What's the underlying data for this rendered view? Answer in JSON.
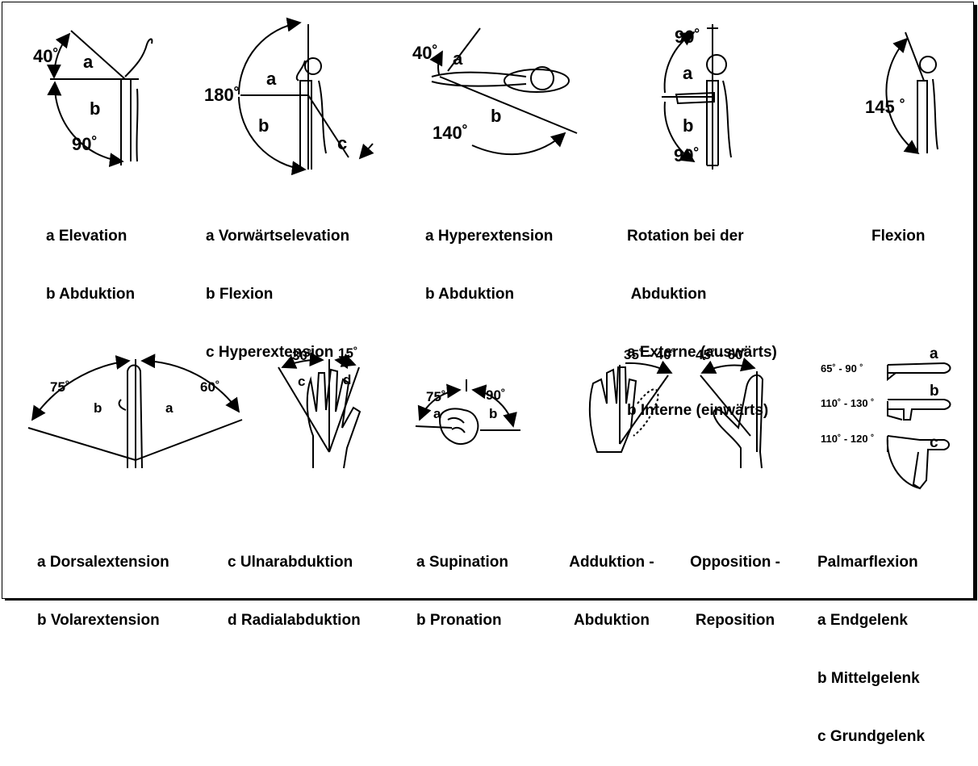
{
  "captions": {
    "elevation_abduction": [
      "a Elevation",
      "b Abduktion"
    ],
    "forward_elevation": [
      "a Vorwärtselevation",
      "b Flexion",
      "c Hyperextension"
    ],
    "hyperextension_abduction": [
      "a Hyperextension",
      "b Abduktion"
    ],
    "rotation": [
      "Rotation bei der",
      " Abduktion",
      "a Externe (auswärts)",
      "b Interne (einwärts)"
    ],
    "flexion": [
      "Flexion"
    ],
    "dorsal_volar": [
      "a Dorsalextension",
      "b Volarextension"
    ],
    "ulnar_radial": [
      "c Ulnarabduktion",
      "d Radialabduktion"
    ],
    "supination_pronation": [
      "a Supination",
      "b Pronation"
    ],
    "adduktion_abduktion": [
      "Adduktion -",
      "Abduktion"
    ],
    "opposition_reposition": [
      "Opposition -",
      "Reposition"
    ],
    "palmarflexion": [
      "Palmarflexion",
      "a Endgelenk",
      "b Mittelgelenk",
      "c Grundgelenk"
    ]
  },
  "figure_labels": {
    "fig1": {
      "angle_top": "40˚",
      "angle_bottom": "90˚",
      "a": "a",
      "b": "b"
    },
    "fig2": {
      "angle": "180˚",
      "a": "a",
      "b": "b",
      "c": "c"
    },
    "fig3": {
      "angle_top": "40˚",
      "angle_bottom": "140˚",
      "a": "a",
      "b": "b"
    },
    "fig4": {
      "angle_top": "90˚",
      "angle_bottom": "90˚",
      "a": "a",
      "b": "b"
    },
    "fig5": {
      "angle": "145 ˚"
    },
    "fig6": {
      "angle_left": "75˚",
      "angle_right": "60˚",
      "a": "a",
      "b": "b"
    },
    "fig7": {
      "angle_left": "30˚",
      "angle_right": "15˚",
      "c": "c",
      "d": "d"
    },
    "fig8": {
      "angle_left": "75˚",
      "angle_right": "90˚",
      "a": "a",
      "b": "b"
    },
    "fig9": {
      "angle": "35˚ - 40˚"
    },
    "fig10": {
      "angle": "45˚ - 60˚"
    },
    "fig11": {
      "angle_a": "65˚ -  90 ˚",
      "angle_b": "110˚ - 130 ˚",
      "angle_c": "110˚ - 120 ˚",
      "a": "a",
      "b": "b",
      "c": "c"
    }
  }
}
